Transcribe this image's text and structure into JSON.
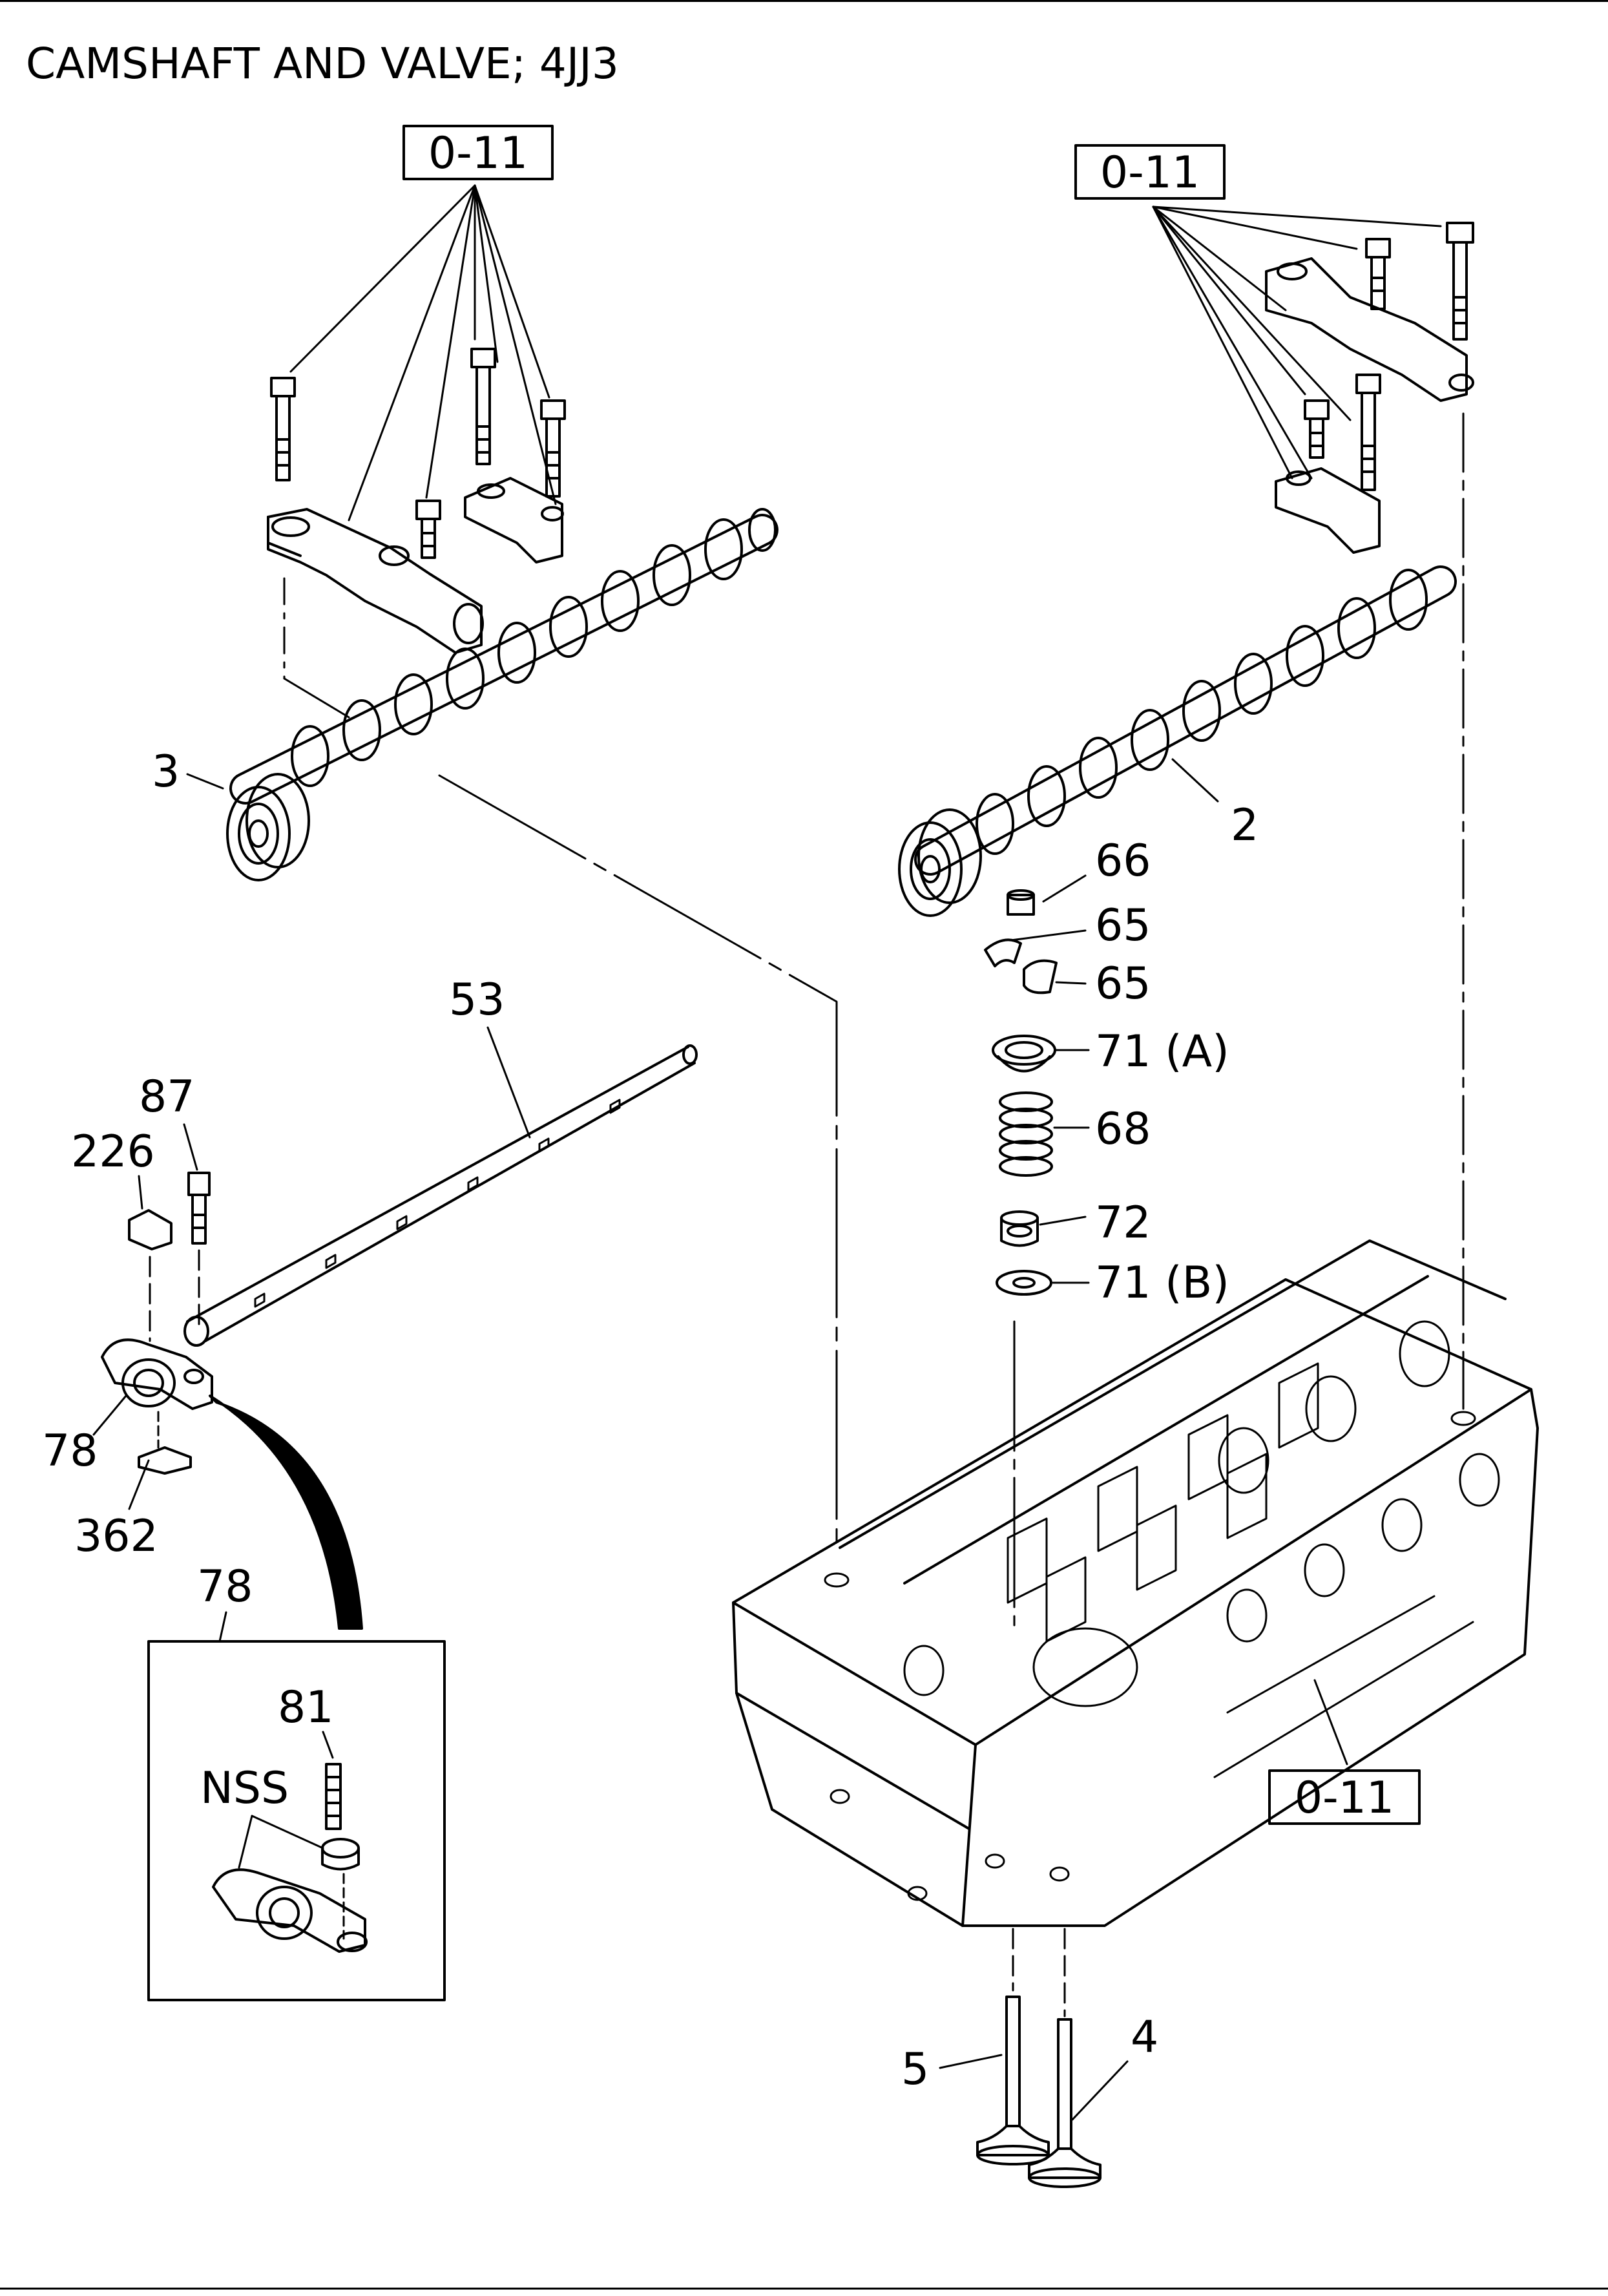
{
  "title": "CAMSHAFT AND VALVE; 4JJ3",
  "references": {
    "top_left": "0-11",
    "top_right": "0-11",
    "cylinder_head": "0-11"
  },
  "callouts": {
    "camshaft_left": "3",
    "camshaft_right": "2",
    "valve_cap": "66",
    "valve_collet_1": "65",
    "valve_collet_2": "65",
    "spring_seat_upper": "71 (A)",
    "valve_spring": "68",
    "oil_seal": "72",
    "spring_seat_lower": "71 (B)",
    "rocker_shaft": "53",
    "bolt": "87",
    "clip": "226",
    "rocker_arm": "78",
    "plate": "362",
    "rocker_arm_detail": "78",
    "adjust_screw": "81",
    "nss": "NSS",
    "valve_exhaust": "5",
    "valve_intake": "4"
  }
}
